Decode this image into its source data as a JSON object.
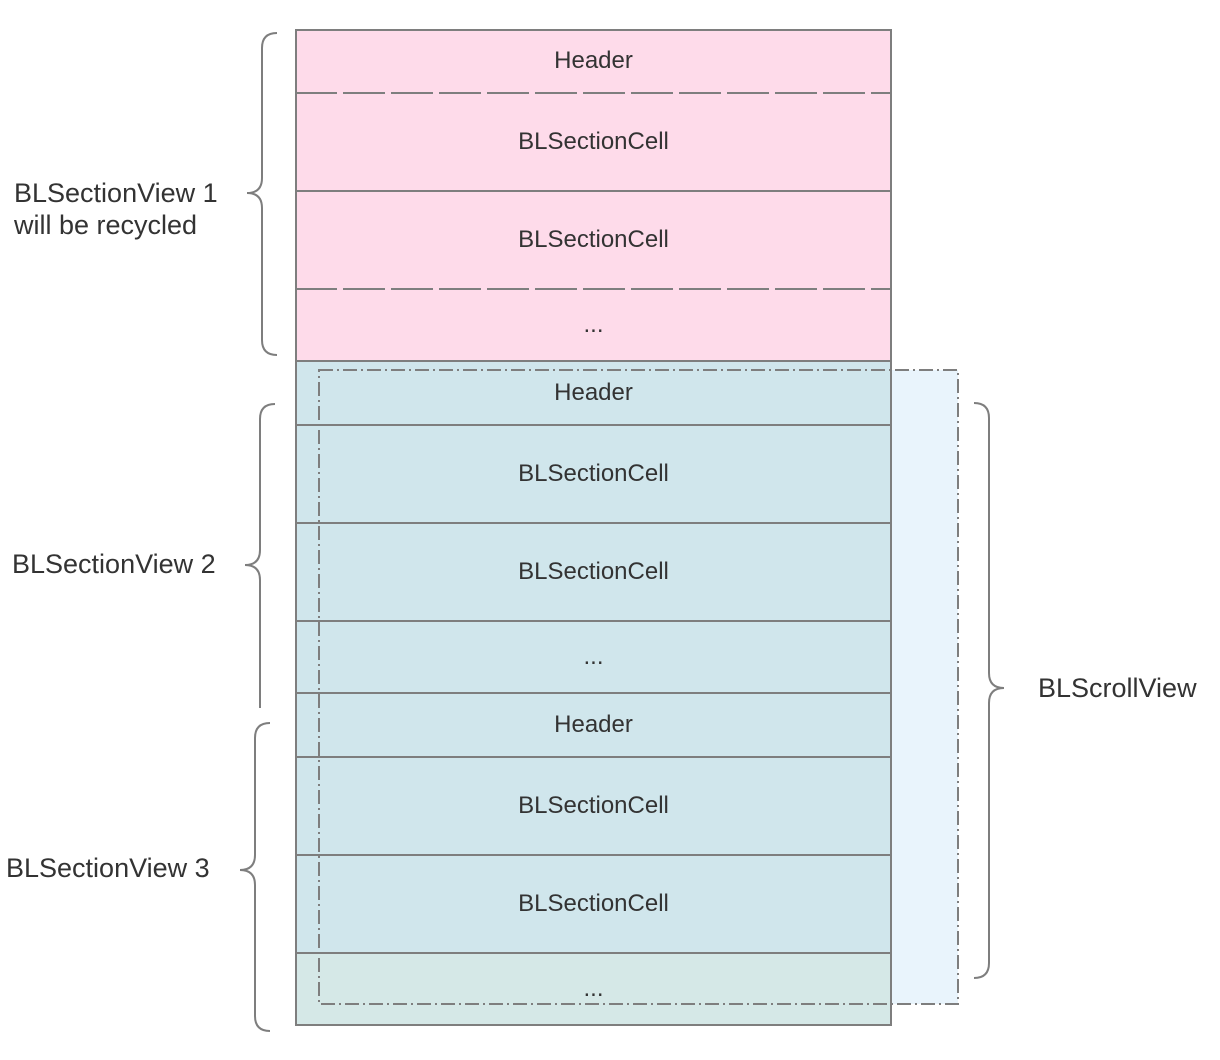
{
  "section1": {
    "label_line1": "BLSectionView 1",
    "label_line2": "will be recycled",
    "rows": [
      "Header",
      "BLSectionCell",
      "BLSectionCell",
      "..."
    ]
  },
  "section2": {
    "label": "BLSectionView 2",
    "rows": [
      "Header",
      "BLSectionCell",
      "BLSectionCell",
      "..."
    ]
  },
  "section3": {
    "label": "BLSectionView 3",
    "rows": [
      "Header",
      "BLSectionCell",
      "BLSectionCell",
      "..."
    ]
  },
  "scroll_view": {
    "label": "BLScrollView"
  },
  "colors": {
    "recycled_fill": "#fedbea",
    "section_fill": "#d0e6ec",
    "scroll_fill": "#e9f4fc",
    "border": "#7e7e7e"
  }
}
